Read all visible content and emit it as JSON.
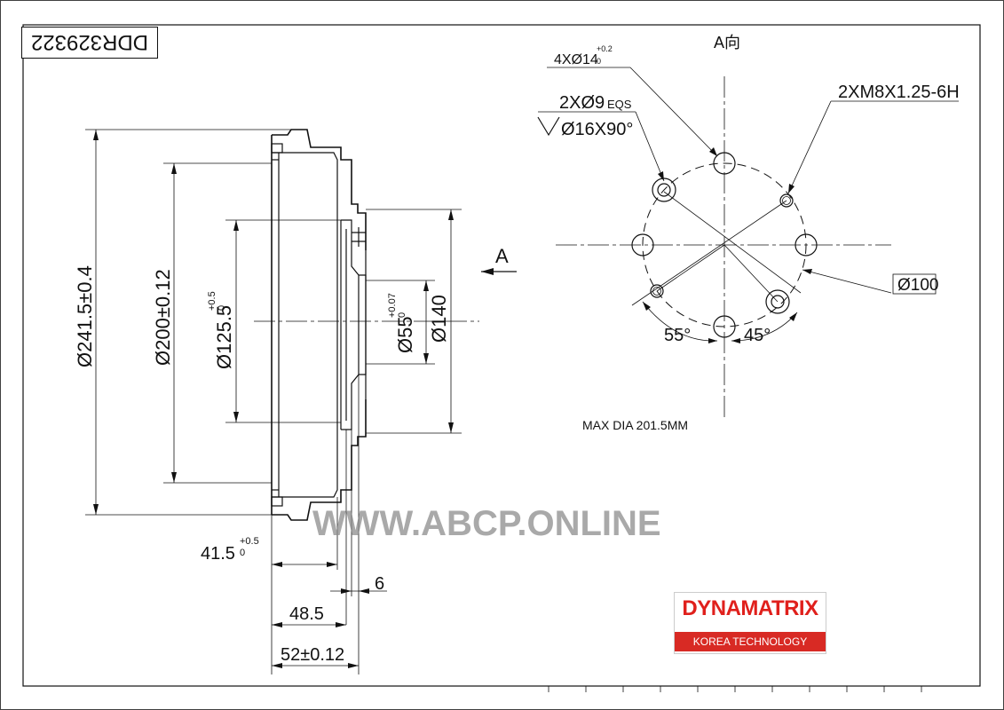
{
  "part_code": "DDR329322",
  "view_label": "A向",
  "section_arrow_label": "A",
  "dims": {
    "outer_dia": "Ø241.5±0.4",
    "bore_dia": "Ø200±0.12",
    "hub_dia_main": "Ø125.5",
    "hub_dia_tol_top": "+0.5",
    "hub_dia_tol_bot": "0",
    "center_dia_main": "Ø55",
    "center_dia_tol_top": "+0.07",
    "center_dia_tol_bot": "0",
    "pilot_dia": "Ø140",
    "depth_main": "41.5",
    "depth_tol_top": "+0.5",
    "depth_tol_bot": "0",
    "flange_thk": "6",
    "len_inner": "48.5",
    "len_total": "52±0.12"
  },
  "holes": {
    "bolt_holes_main": "4XØ14",
    "bolt_holes_tol_top": "+0.2",
    "bolt_holes_tol_bot": "0",
    "small_holes": "2XØ9",
    "small_holes_eqs": "EQS",
    "countersink": "Ø16X90°",
    "thread": "2XM8X1.25-6H",
    "pcd": "Ø100",
    "angle_left": "55°",
    "angle_right": "45°"
  },
  "note": "MAX DIA 201.5MM",
  "watermark": "WWW.ABCP.ONLINE",
  "brand": {
    "name": "DYNAMATRIX",
    "tagline": "KOREA TECHNOLOGY",
    "color": "#d82a24"
  }
}
